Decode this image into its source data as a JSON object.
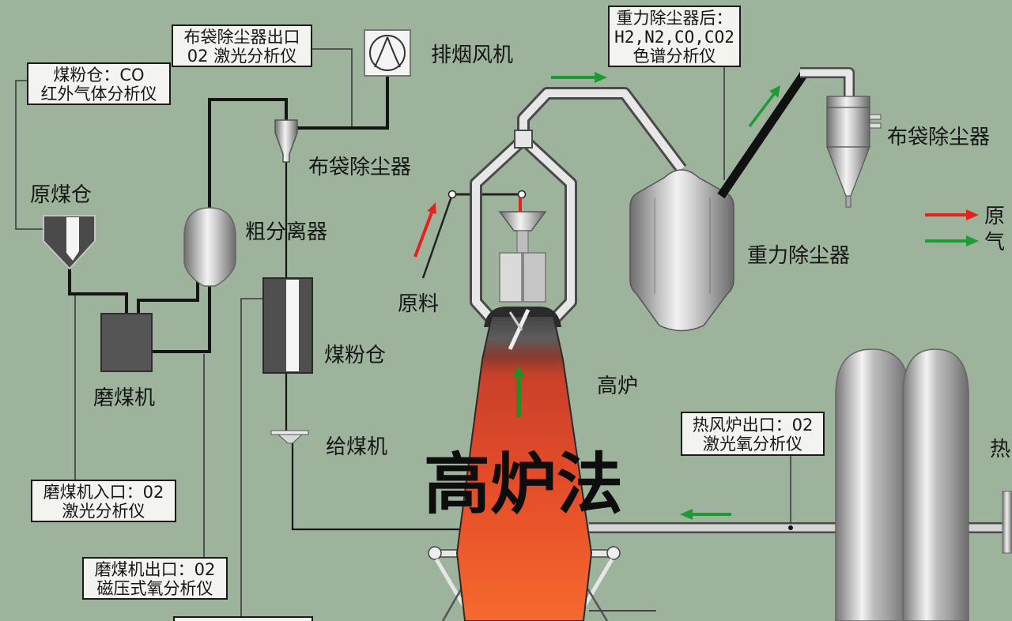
{
  "title": "高炉法",
  "analyzers": {
    "coal_bin_co": [
      "煤粉仓：CO",
      "红外气体分析仪"
    ],
    "bag_filter_outlet": [
      "布袋除尘器出口",
      "02 激光分析仪"
    ],
    "after_gravity_collector": [
      "重力除尘器后：",
      "H2,N2,CO,CO2",
      "色谱分析仪"
    ],
    "mill_inlet": [
      "磨煤机入口：02",
      "激光分析仪"
    ],
    "mill_outlet": [
      "磨煤机出口：02",
      "磁压式氧分析仪"
    ],
    "hot_stove_outlet": [
      "热风炉出口：02",
      "激光氧分析仪"
    ]
  },
  "equipment": {
    "exhaust_fan": "排烟风机",
    "bag_filter_coal_side": "布袋除尘器",
    "raw_coal_bin": "原煤仓",
    "coarse_separator": "粗分离器",
    "coal_mill": "磨煤机",
    "pulverized_coal_bin": "煤粉仓",
    "coal_feeder": "给煤机",
    "raw_material": "原料",
    "blast_furnace": "高炉",
    "gravity_dust_collector": "重力除尘器",
    "bag_filter_gas_side": "布袋除尘器",
    "hot_blast_stove": "热"
  },
  "legend": [
    {
      "label": "原",
      "color": "#e5231d"
    },
    {
      "label": "气",
      "color": "#1e9b34"
    }
  ],
  "colors": {
    "background": "#9db39b",
    "raw_material_arrow": "#e5231d",
    "gas_flow_arrow": "#1e9b34",
    "furnace_hot_zone": "#ee552a"
  }
}
